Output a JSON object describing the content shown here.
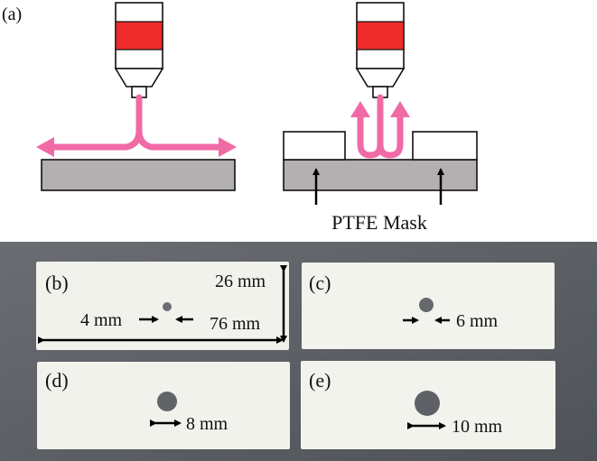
{
  "panel_a": {
    "label": "(a)",
    "mask_label": "PTFE Mask"
  },
  "photo": {
    "panels": [
      {
        "label": "(b)",
        "hole_label": "4 mm",
        "height_label": "26 mm",
        "width_label": "76 mm"
      },
      {
        "label": "(c)",
        "hole_label": "6 mm"
      },
      {
        "label": "(d)",
        "hole_label": "8 mm"
      },
      {
        "label": "(e)",
        "hole_label": "10 mm"
      }
    ]
  },
  "colors": {
    "jet": "#f06aa6",
    "nozzle_band": "#ee2b2b",
    "substrate": "#b4b0b1",
    "background_photo": "#5b5e63",
    "slide": "#f2f2ec"
  }
}
